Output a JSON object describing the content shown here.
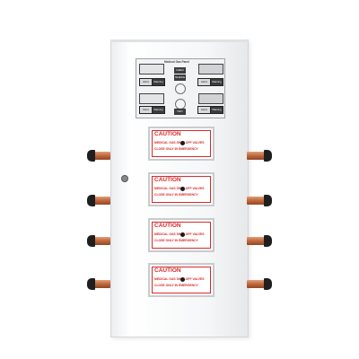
{
  "panel": {
    "title": "Medical Gas Panel",
    "labels": {
      "alarm": "Alarm",
      "warning": "Warning",
      "check": "CHECK",
      "silence": "SILENCE",
      "test": "TEST"
    }
  },
  "caution_sign": {
    "title": "CAUTION",
    "line1": "MEDICAL GAS SHUT-OFF VALVES",
    "line2": "CLOSE ONLY IN EMERGENCY"
  },
  "colors": {
    "cabinet": "#ffffff",
    "copper": "#c46b3f",
    "cap": "#1f1f1f",
    "caution_red": "#d62a2a"
  }
}
